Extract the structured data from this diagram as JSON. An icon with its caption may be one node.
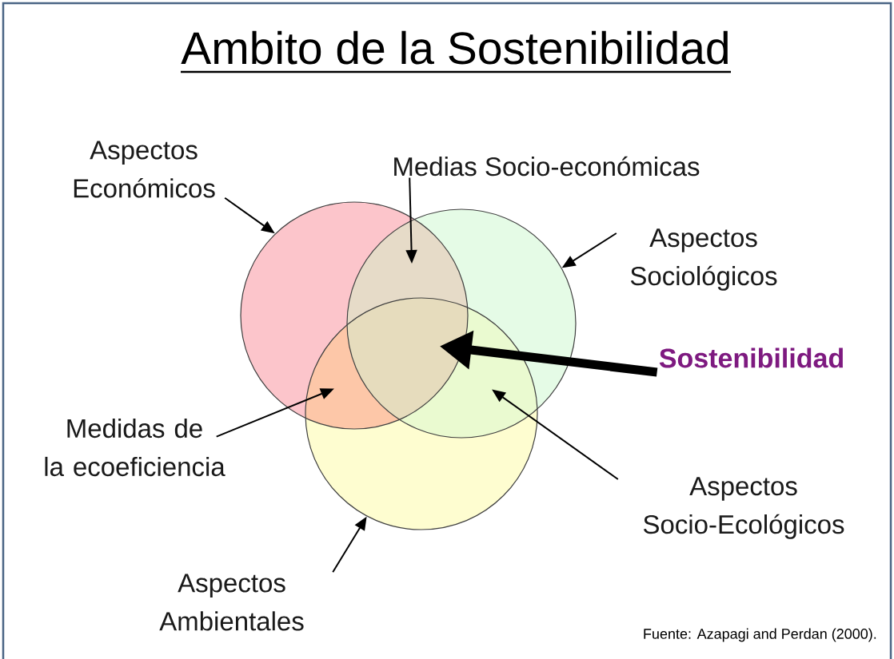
{
  "diagram": {
    "title": "Ambito de la Sostenibilidad",
    "nodes": [
      {
        "text": [
          "Aspectos Económicos"
        ]
      },
      {
        "text": [
          "Medias Socio-económicas"
        ]
      },
      {
        "text": [
          "Aspectos Sociológicos"
        ]
      },
      {
        "text": [
          "Sostenibilidad"
        ]
      },
      {
        "text": [
          "Medidas de la ecoeficiencia"
        ]
      },
      {
        "text": [
          "Aspectos Socio-Ecológicos"
        ]
      },
      {
        "text": [
          "Aspectos Ambientales"
        ]
      },
      {
        "text": [],
        "shape": "circle"
      },
      {
        "text": [],
        "shape": "circle"
      },
      {
        "text": [],
        "shape": "circle"
      }
    ],
    "edges": [
      {
        "from": 0,
        "to": 7,
        "arrow": "to"
      },
      {
        "from": 1,
        "to": 7,
        "arrow": "to"
      },
      {
        "from": 1,
        "to": 8,
        "arrow": "to"
      },
      {
        "from": 2,
        "to": 8,
        "arrow": "to"
      },
      {
        "from": 3,
        "to": 7,
        "arrow": "to",
        "style": "thick"
      },
      {
        "from": 3,
        "to": 8,
        "arrow": "to",
        "style": "thick"
      },
      {
        "from": 3,
        "to": 9,
        "arrow": "to",
        "style": "thick"
      },
      {
        "from": 4,
        "to": 7,
        "arrow": "to"
      },
      {
        "from": 4,
        "to": 9,
        "arrow": "to"
      },
      {
        "from": 5,
        "to": 8,
        "arrow": "to"
      },
      {
        "from": 5,
        "to": 9,
        "arrow": "to"
      },
      {
        "from": 6,
        "to": 9,
        "arrow": "to"
      }
    ],
    "labels": [
      "Fuente: Azapagi and Perdan (2000)."
    ]
  }
}
